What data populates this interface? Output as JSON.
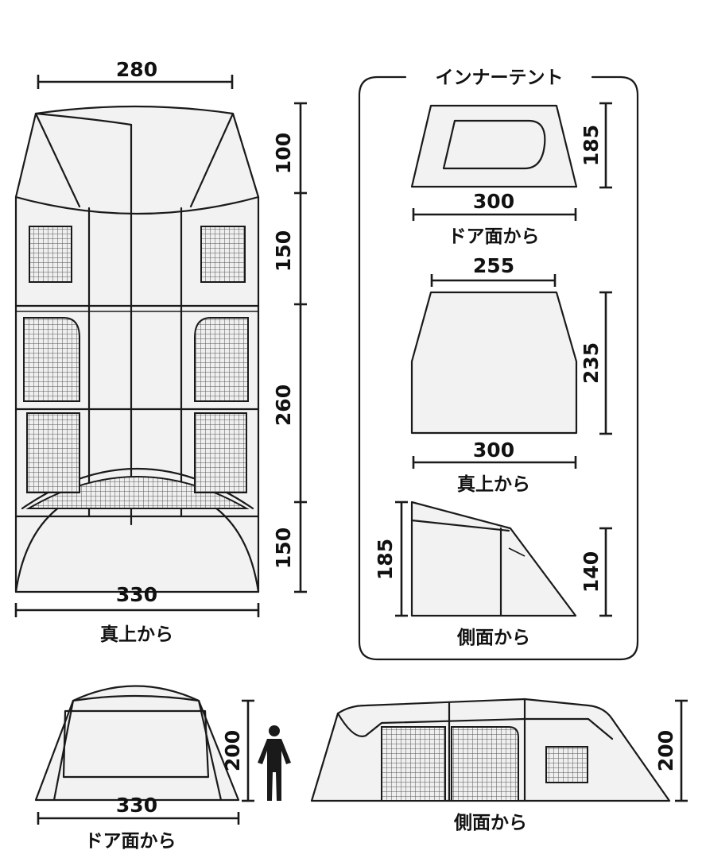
{
  "top_view": {
    "width": "280",
    "base_width": "330",
    "caption": "真上から",
    "dims": [
      "100",
      "150",
      "260",
      "150"
    ]
  },
  "inner_tent": {
    "title": "インナーテント",
    "door_face": {
      "height": "185",
      "width": "300",
      "caption": "ドア面から"
    },
    "top": {
      "top_width": "255",
      "height": "235",
      "width": "300",
      "caption": "真上から"
    },
    "side": {
      "left_height": "185",
      "right_height": "140",
      "caption": "側面から"
    }
  },
  "door_view": {
    "width": "330",
    "height": "200",
    "caption": "ドア面から"
  },
  "side_view": {
    "height": "200",
    "caption": "側面から"
  }
}
